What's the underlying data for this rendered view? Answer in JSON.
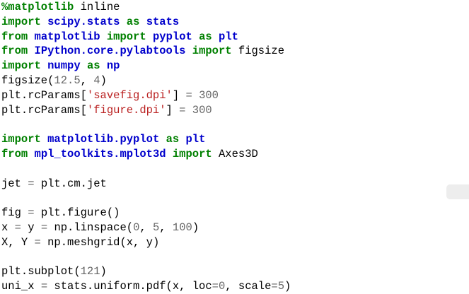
{
  "colors": {
    "plain": "#000000",
    "keyword": "#008000",
    "magic": "#008000",
    "namespace": "#0000CC",
    "string": "#BA2121",
    "number": "#666666",
    "operator": "#666666",
    "background": "#ffffff"
  },
  "code": {
    "lines": [
      [
        {
          "t": "%matplotlib",
          "s": "magic"
        },
        {
          "t": " inline",
          "s": "plain"
        }
      ],
      [
        {
          "t": "import",
          "s": "kw"
        },
        {
          "t": " ",
          "s": "plain"
        },
        {
          "t": "scipy.stats",
          "s": "nn"
        },
        {
          "t": " ",
          "s": "plain"
        },
        {
          "t": "as",
          "s": "kw"
        },
        {
          "t": " ",
          "s": "plain"
        },
        {
          "t": "stats",
          "s": "nn"
        }
      ],
      [
        {
          "t": "from",
          "s": "kw"
        },
        {
          "t": " ",
          "s": "plain"
        },
        {
          "t": "matplotlib",
          "s": "nn"
        },
        {
          "t": " ",
          "s": "plain"
        },
        {
          "t": "import",
          "s": "kw"
        },
        {
          "t": " ",
          "s": "plain"
        },
        {
          "t": "pyplot",
          "s": "nn"
        },
        {
          "t": " ",
          "s": "plain"
        },
        {
          "t": "as",
          "s": "kw"
        },
        {
          "t": " ",
          "s": "plain"
        },
        {
          "t": "plt",
          "s": "nn"
        }
      ],
      [
        {
          "t": "from",
          "s": "kw"
        },
        {
          "t": " ",
          "s": "plain"
        },
        {
          "t": "IPython.core.pylabtools",
          "s": "nn"
        },
        {
          "t": " ",
          "s": "plain"
        },
        {
          "t": "import",
          "s": "kw"
        },
        {
          "t": " figsize",
          "s": "plain"
        }
      ],
      [
        {
          "t": "import",
          "s": "kw"
        },
        {
          "t": " ",
          "s": "plain"
        },
        {
          "t": "numpy",
          "s": "nn"
        },
        {
          "t": " ",
          "s": "plain"
        },
        {
          "t": "as",
          "s": "kw"
        },
        {
          "t": " ",
          "s": "plain"
        },
        {
          "t": "np",
          "s": "nn"
        }
      ],
      [
        {
          "t": "figsize(",
          "s": "plain"
        },
        {
          "t": "12.5",
          "s": "num"
        },
        {
          "t": ", ",
          "s": "plain"
        },
        {
          "t": "4",
          "s": "num"
        },
        {
          "t": ")",
          "s": "plain"
        }
      ],
      [
        {
          "t": "plt.rcParams[",
          "s": "plain"
        },
        {
          "t": "'savefig.dpi'",
          "s": "str"
        },
        {
          "t": "] ",
          "s": "plain"
        },
        {
          "t": "=",
          "s": "op"
        },
        {
          "t": " ",
          "s": "plain"
        },
        {
          "t": "300",
          "s": "num"
        }
      ],
      [
        {
          "t": "plt.rcParams[",
          "s": "plain"
        },
        {
          "t": "'figure.dpi'",
          "s": "str"
        },
        {
          "t": "] ",
          "s": "plain"
        },
        {
          "t": "=",
          "s": "op"
        },
        {
          "t": " ",
          "s": "plain"
        },
        {
          "t": "300",
          "s": "num"
        }
      ],
      [],
      [
        {
          "t": "import",
          "s": "kw"
        },
        {
          "t": " ",
          "s": "plain"
        },
        {
          "t": "matplotlib.pyplot",
          "s": "nn"
        },
        {
          "t": " ",
          "s": "plain"
        },
        {
          "t": "as",
          "s": "kw"
        },
        {
          "t": " ",
          "s": "plain"
        },
        {
          "t": "plt",
          "s": "nn"
        }
      ],
      [
        {
          "t": "from",
          "s": "kw"
        },
        {
          "t": " ",
          "s": "plain"
        },
        {
          "t": "mpl_toolkits.mplot3d",
          "s": "nn"
        },
        {
          "t": " ",
          "s": "plain"
        },
        {
          "t": "import",
          "s": "kw"
        },
        {
          "t": " Axes3D",
          "s": "plain"
        }
      ],
      [],
      [
        {
          "t": "jet ",
          "s": "plain"
        },
        {
          "t": "=",
          "s": "op"
        },
        {
          "t": " plt.cm.jet",
          "s": "plain"
        }
      ],
      [],
      [
        {
          "t": "fig ",
          "s": "plain"
        },
        {
          "t": "=",
          "s": "op"
        },
        {
          "t": " plt.figure()",
          "s": "plain"
        }
      ],
      [
        {
          "t": "x ",
          "s": "plain"
        },
        {
          "t": "=",
          "s": "op"
        },
        {
          "t": " y ",
          "s": "plain"
        },
        {
          "t": "=",
          "s": "op"
        },
        {
          "t": " np.linspace(",
          "s": "plain"
        },
        {
          "t": "0",
          "s": "num"
        },
        {
          "t": ", ",
          "s": "plain"
        },
        {
          "t": "5",
          "s": "num"
        },
        {
          "t": ", ",
          "s": "plain"
        },
        {
          "t": "100",
          "s": "num"
        },
        {
          "t": ")",
          "s": "plain"
        }
      ],
      [
        {
          "t": "X, Y ",
          "s": "plain"
        },
        {
          "t": "=",
          "s": "op"
        },
        {
          "t": " np.meshgrid(x, y)",
          "s": "plain"
        }
      ],
      [],
      [
        {
          "t": "plt.subplot(",
          "s": "plain"
        },
        {
          "t": "121",
          "s": "num"
        },
        {
          "t": ")",
          "s": "plain"
        }
      ],
      [
        {
          "t": "uni_x ",
          "s": "plain"
        },
        {
          "t": "=",
          "s": "op"
        },
        {
          "t": " stats.uniform.pdf(x, loc",
          "s": "plain"
        },
        {
          "t": "=",
          "s": "op"
        },
        {
          "t": "0",
          "s": "num"
        },
        {
          "t": ", scale",
          "s": "plain"
        },
        {
          "t": "=",
          "s": "op"
        },
        {
          "t": "5",
          "s": "num"
        },
        {
          "t": ")",
          "s": "plain"
        }
      ]
    ]
  }
}
